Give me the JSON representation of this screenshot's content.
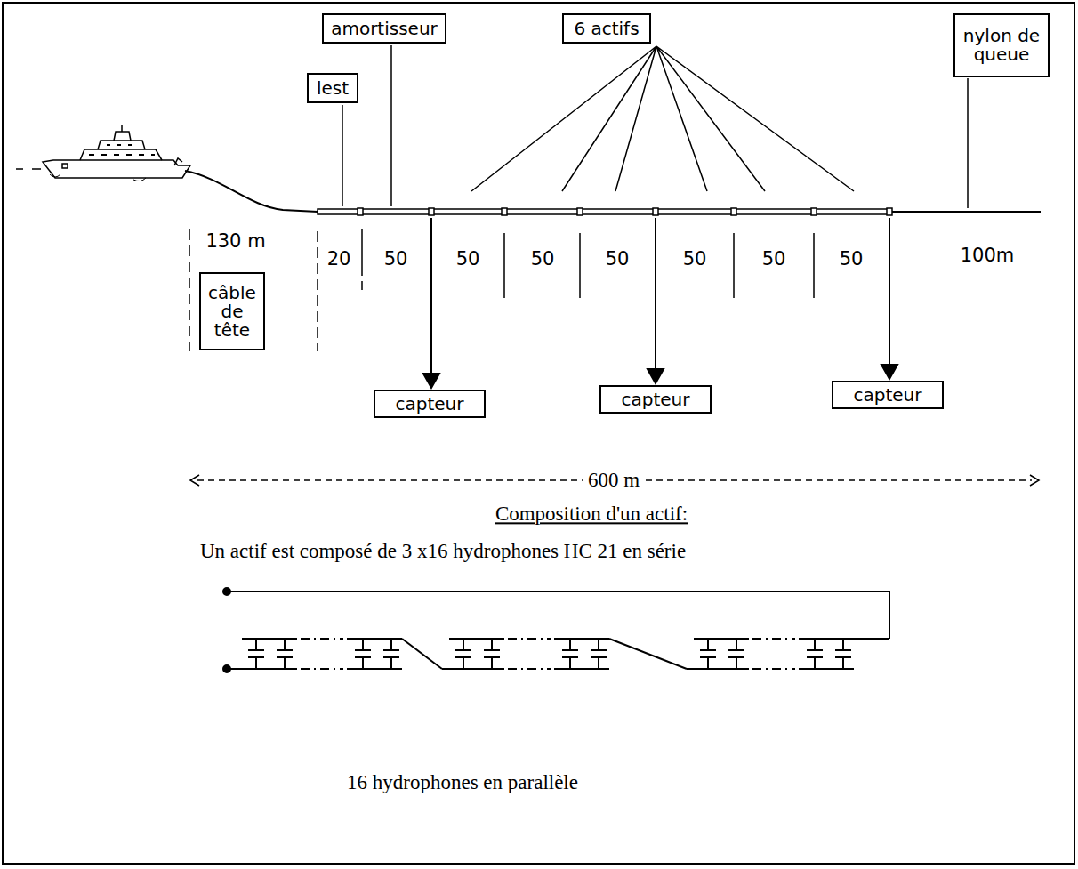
{
  "diagram": {
    "nodes": [
      {
        "text": [
          "amortisseur"
        ]
      },
      {
        "text": [
          "6 actifs"
        ]
      },
      {
        "text": [
          "lest"
        ]
      },
      {
        "text": [
          "nylon de queue"
        ]
      },
      {
        "text": [
          "câble de tête"
        ]
      },
      {
        "text": [
          "capteur"
        ]
      },
      {
        "text": [
          "capteur"
        ]
      },
      {
        "text": [
          "capteur"
        ]
      }
    ],
    "labels": [
      "130 m",
      "20",
      "50",
      "50",
      "50",
      "50",
      "50",
      "50",
      "50",
      "100m",
      "600 m",
      "Composition d'un actif:",
      "Un actif est composé de 3 x16 hydrophones HC 21 en série",
      "16 hydrophones en parallèle"
    ]
  }
}
